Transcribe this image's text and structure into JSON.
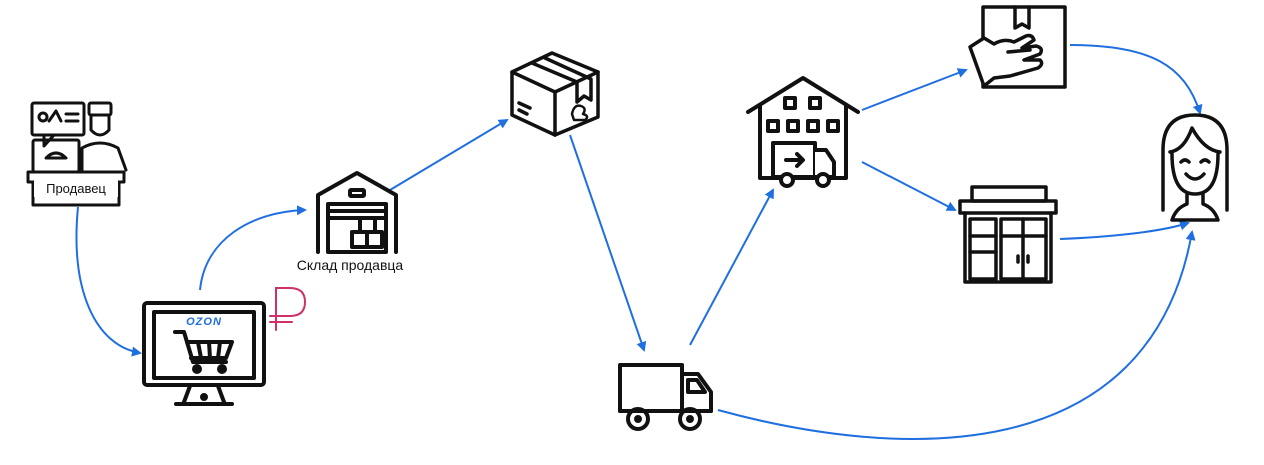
{
  "nodes": {
    "seller": {
      "label": "Продавец",
      "icon": "seller-at-desk-icon"
    },
    "marketplace": {
      "brand": "OZON",
      "icon": "computer-monitor-cart-icon",
      "currency_symbol": "₽"
    },
    "seller_warehouse": {
      "label": "Склад продавца",
      "icon": "warehouse-garage-icon"
    },
    "parcel": {
      "icon": "cardboard-box-icon"
    },
    "truck": {
      "icon": "delivery-truck-icon"
    },
    "fulfillment_center": {
      "icon": "warehouse-truck-icon"
    },
    "courier": {
      "icon": "hand-with-box-icon"
    },
    "pickup_point": {
      "icon": "store-building-icon"
    },
    "customer": {
      "icon": "smiling-person-icon"
    }
  },
  "colors": {
    "arrow": "#1f6fe0",
    "icon_stroke": "#111111",
    "brand_blue": "#1f6fe0",
    "ruble": "#d0306a"
  }
}
